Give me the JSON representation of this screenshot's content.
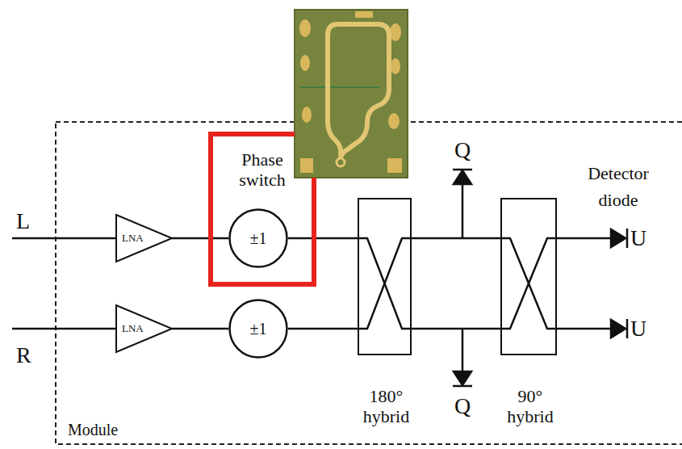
{
  "diagram": {
    "nodes": [
      {
        "text": [
          "Module"
        ]
      },
      {
        "text": [
          "LNA"
        ],
        "in": 0
      },
      {
        "text": [
          "Phase switch"
        ],
        "in": 0
      },
      {
        "text": [
          "±1"
        ],
        "in": 2
      },
      {
        "text": [
          "LNA"
        ],
        "in": 0
      },
      {
        "text": [
          "±1"
        ],
        "in": 0
      },
      {
        "text": [
          "180° hybrid"
        ],
        "in": 0
      },
      {
        "text": [
          "90° hybrid"
        ],
        "in": 0
      }
    ],
    "edges": [
      {
        "from": 1,
        "to": 3,
        "arrow": "none"
      },
      {
        "from": 4,
        "to": 5,
        "arrow": "none"
      },
      {
        "from": 3,
        "to": 6,
        "arrow": "none"
      },
      {
        "from": 5,
        "to": 6,
        "arrow": "none"
      },
      {
        "from": 6,
        "to": 7,
        "arrow": "none"
      },
      {
        "from": 6,
        "to": 7,
        "arrow": "none"
      }
    ],
    "labels": [
      "L",
      "R",
      "Q",
      "Q",
      "U",
      "U",
      "Detector diode"
    ]
  }
}
